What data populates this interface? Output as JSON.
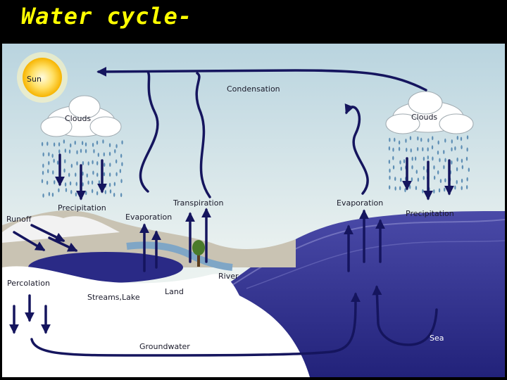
{
  "title": "Water cycle-",
  "labels": {
    "sun": "Sun",
    "condensation": "Condensation",
    "clouds_left": "Clouds",
    "clouds_right": "Clouds",
    "runoff": "Runoff",
    "precipitation_left": "Precipitation",
    "evaporation_land": "Evaporation",
    "transpiration": "Transpiration",
    "evaporation_sea": "Evaporation",
    "precipitation_right": "Precipitation",
    "river": "River",
    "percolation": "Percolation",
    "streams_lake": "Streams,Lake",
    "land": "Land",
    "sea": "Sea",
    "groundwater": "Groundwater"
  },
  "colors": {
    "title": "#ffff00",
    "arrow": "#15155e",
    "sky_top": "#b9d4df",
    "sky_bottom": "#f1f5f2",
    "sea": "#2e2e8f",
    "land": "#ffffff",
    "hills": "#b9b4a6"
  }
}
